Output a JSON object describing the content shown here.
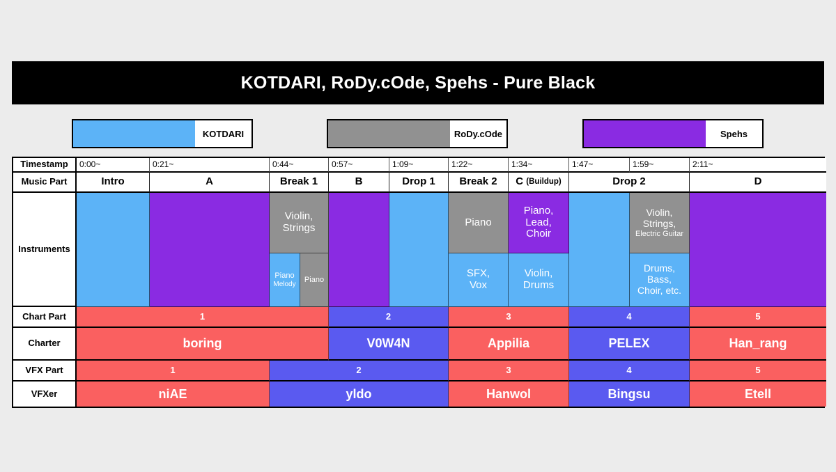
{
  "title": "KOTDARI, RoDy.cOde, Spehs - Pure Black",
  "colors": {
    "kotdari_blue": "#5CB3F7",
    "rody_gray": "#919191",
    "spehs_purple": "#8A2BE2",
    "chart_red": "#FA6060",
    "chart_blue": "#5A5AF0",
    "banner_black": "#000000",
    "page_bg": "#ECECEC"
  },
  "legend": [
    {
      "label": "KOTDARI",
      "color": "#5CB3F7"
    },
    {
      "label": "RoDy.cOde",
      "color": "#919191"
    },
    {
      "label": "Spehs",
      "color": "#8A2BE2"
    }
  ],
  "row_labels": {
    "timestamp": "Timestamp",
    "music_part": "Music Part",
    "instruments": "Instruments",
    "chart_part": "Chart Part",
    "charter": "Charter",
    "vfx_part": "VFX Part",
    "vfxer": "VFXer"
  },
  "timestamps": [
    "0:00~",
    "0:21~",
    "0:44~",
    "0:57~",
    "1:09~",
    "1:22~",
    "1:34~",
    "1:47~",
    "1:59~",
    "2:11~"
  ],
  "music_parts": [
    {
      "label": "Intro"
    },
    {
      "label": "A"
    },
    {
      "label": "Break 1"
    },
    {
      "label": "B"
    },
    {
      "label": "Drop 1"
    },
    {
      "label": "Break 2"
    },
    {
      "label": "C",
      "sub": "(Buildup)"
    },
    {
      "label": "Drop 2"
    },
    {
      "label": "D"
    }
  ],
  "instruments": {
    "intro": {
      "text": "",
      "color": "#5CB3F7"
    },
    "a": {
      "text": "",
      "color": "#8A2BE2"
    },
    "break1_top": {
      "text": "Violin,\nStrings",
      "color": "#919191"
    },
    "break1_bl": {
      "text": "Piano",
      "text2": "Melody",
      "color": "#5CB3F7"
    },
    "break1_br": {
      "text": "Piano",
      "color": "#919191"
    },
    "b": {
      "text": "",
      "color": "#8A2BE2"
    },
    "drop1": {
      "text": "",
      "color": "#5CB3F7"
    },
    "break2_top": {
      "text": "Piano",
      "color": "#919191"
    },
    "break2_bot": {
      "text": "SFX,\nVox",
      "color": "#5CB3F7"
    },
    "c_top": {
      "text": "Piano,\nLead,\nChoir",
      "color": "#8A2BE2"
    },
    "c_bot": {
      "text": "Violin,\nDrums",
      "color": "#5CB3F7"
    },
    "drop2_a": {
      "text": "",
      "color": "#5CB3F7"
    },
    "drop2_top": {
      "text": "Violin,\nStrings,",
      "text2": "Electric Guitar",
      "color": "#919191"
    },
    "drop2_bot": {
      "text": "Drums,\nBass,\nChoir, etc.",
      "color": "#5CB3F7"
    },
    "d": {
      "text": "",
      "color": "#8A2BE2"
    }
  },
  "chart_parts": [
    {
      "num": "1",
      "charter": "boring",
      "color": "#FA6060"
    },
    {
      "num": "2",
      "charter": "V0W4N",
      "color": "#5A5AF0"
    },
    {
      "num": "3",
      "charter": "Appilia",
      "color": "#FA6060"
    },
    {
      "num": "4",
      "charter": "PELEX",
      "color": "#5A5AF0"
    },
    {
      "num": "5",
      "charter": "Han_rang",
      "color": "#FA6060"
    }
  ],
  "vfx_parts": [
    {
      "num": "1",
      "vfxer": "niAE",
      "color": "#FA6060"
    },
    {
      "num": "2",
      "vfxer": "yldo",
      "color": "#5A5AF0"
    },
    {
      "num": "3",
      "vfxer": "Hanwol",
      "color": "#FA6060"
    },
    {
      "num": "4",
      "vfxer": "Bingsu",
      "color": "#5A5AF0"
    },
    {
      "num": "5",
      "vfxer": "Etell",
      "color": "#FA6060"
    }
  ]
}
